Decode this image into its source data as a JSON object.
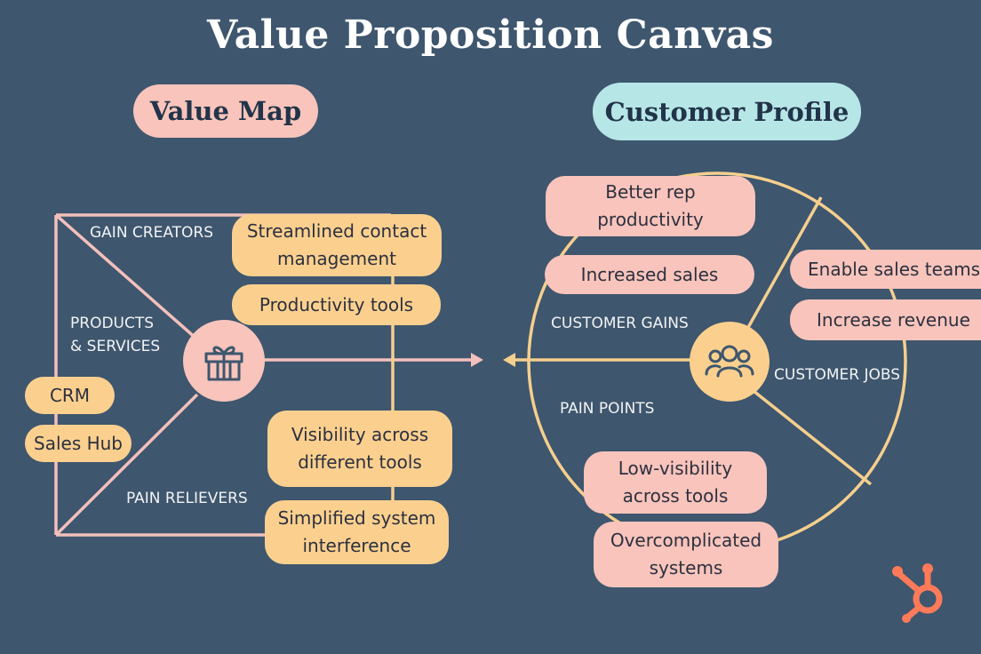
{
  "title": "Value Proposition Canvas",
  "value_map": {
    "heading": "Value Map",
    "labels": {
      "gain_creators": "GAIN CREATORS",
      "products_services_1": "PRODUCTS",
      "products_services_2": "& SERVICES",
      "pain_relievers": "PAIN RELIEVERS"
    },
    "gain_creators": [
      [
        "Streamlined contact",
        "management"
      ],
      [
        "Productivity tools"
      ]
    ],
    "products": [
      "CRM",
      "Sales Hub"
    ],
    "pain_relievers": [
      [
        "Visibility across",
        "different tools"
      ],
      [
        "Simplified system",
        "interference"
      ]
    ]
  },
  "customer_profile": {
    "heading": "Customer Profile",
    "labels": {
      "customer_gains": "CUSTOMER GAINS",
      "customer_jobs": "CUSTOMER JOBS",
      "pain_points": "PAIN POINTS"
    },
    "gains": [
      [
        "Better rep",
        "productivity"
      ],
      [
        "Increased sales"
      ]
    ],
    "jobs": [
      "Enable sales teams",
      "Increase revenue"
    ],
    "pains": [
      [
        "Low-visibility",
        "across tools"
      ],
      [
        "Overcomplicated",
        "systems"
      ]
    ]
  },
  "colors": {
    "background": "#3e566e",
    "amber": "#fbd08e",
    "pink": "#f8c4bb",
    "teal": "#b7e6e7",
    "line_pink": "#f3c0bc",
    "line_amber": "#f5cf8e",
    "logo": "#ff7a59"
  },
  "icons": {
    "product": "gift-icon",
    "customer": "users-icon",
    "logo": "hubspot-sprocket-icon"
  }
}
